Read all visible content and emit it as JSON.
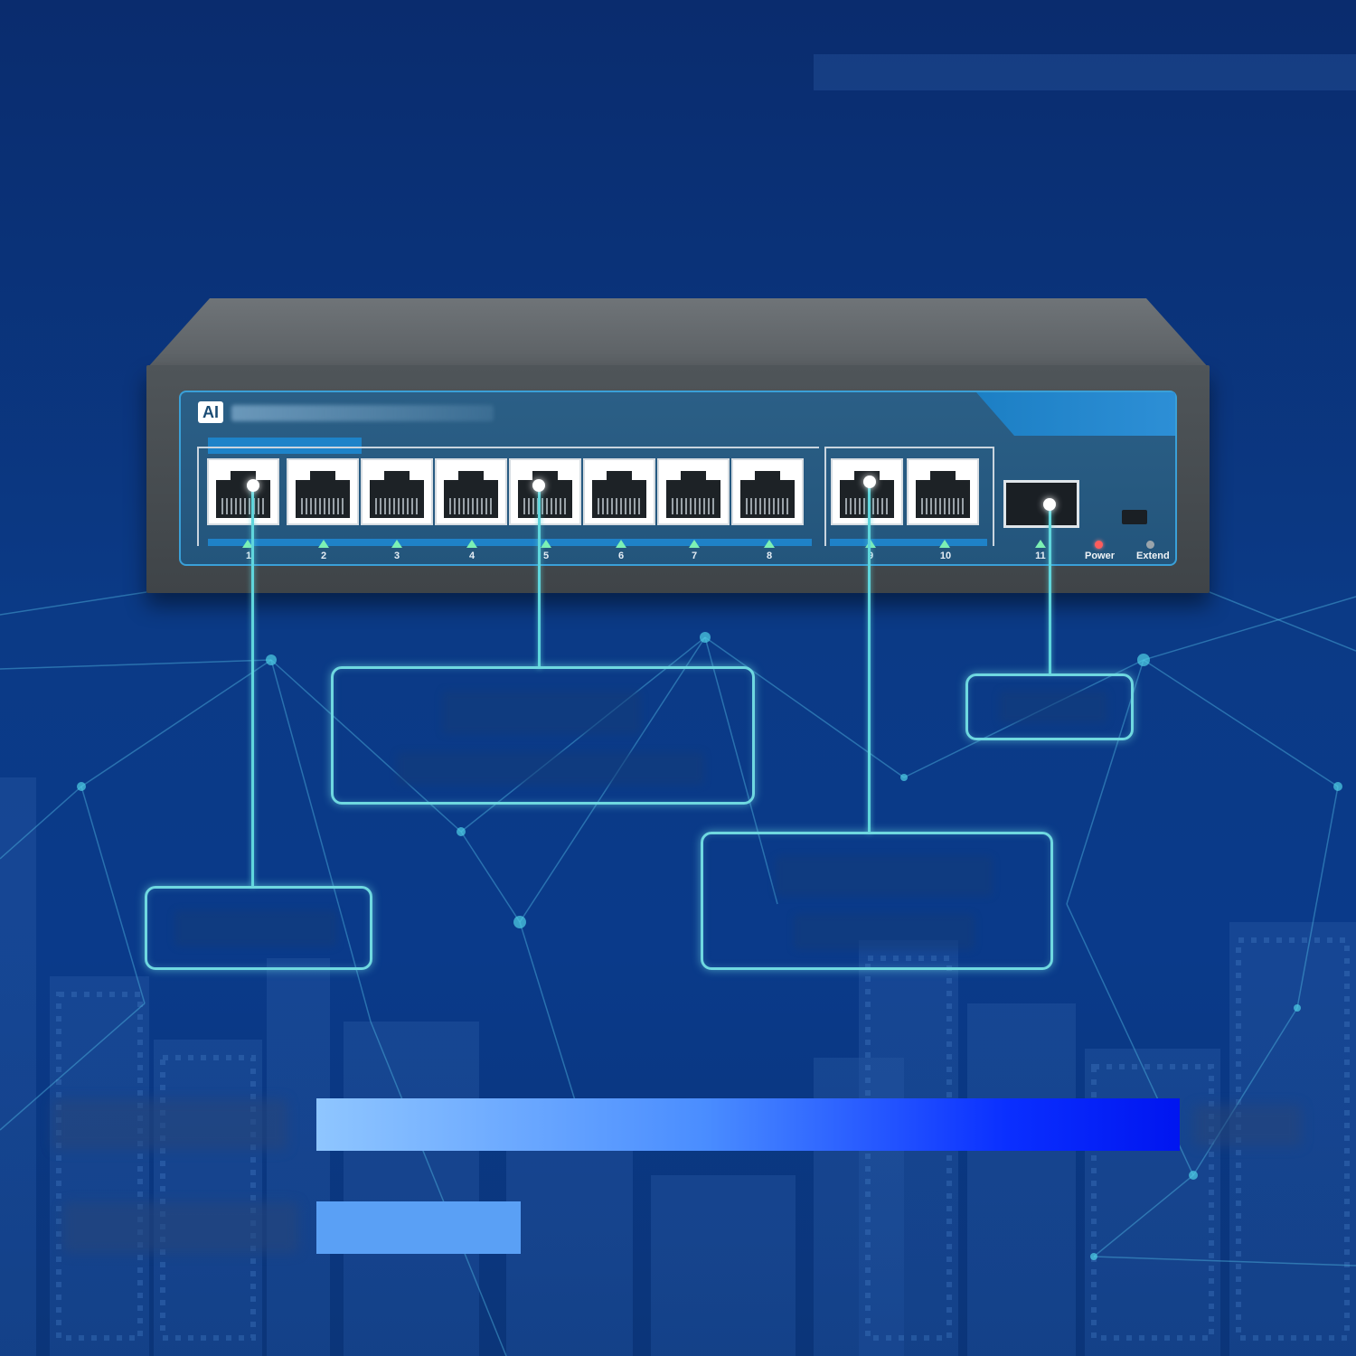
{
  "device": {
    "logo_text": "AI",
    "ports": [
      {
        "label": "1"
      },
      {
        "label": "2"
      },
      {
        "label": "3"
      },
      {
        "label": "4"
      },
      {
        "label": "5"
      },
      {
        "label": "6"
      },
      {
        "label": "7"
      },
      {
        "label": "8"
      },
      {
        "label": "9"
      },
      {
        "label": "10"
      }
    ],
    "sfp_port": {
      "label": "11"
    },
    "indicators": {
      "power_label": "Power",
      "extend_label": "Extend"
    }
  },
  "colors": {
    "background": "#0b3a86",
    "callout_line": "#6fd8e0",
    "bar_gradient_start": "#8fc6ff",
    "bar_gradient_end": "#0015f0",
    "bar_short": "#5aa0f5",
    "port_led": "#7cf0b4",
    "power_led": "#ff5c5c"
  },
  "bars": {
    "long_bar_level": 1.0,
    "short_bar_level": 0.237
  }
}
